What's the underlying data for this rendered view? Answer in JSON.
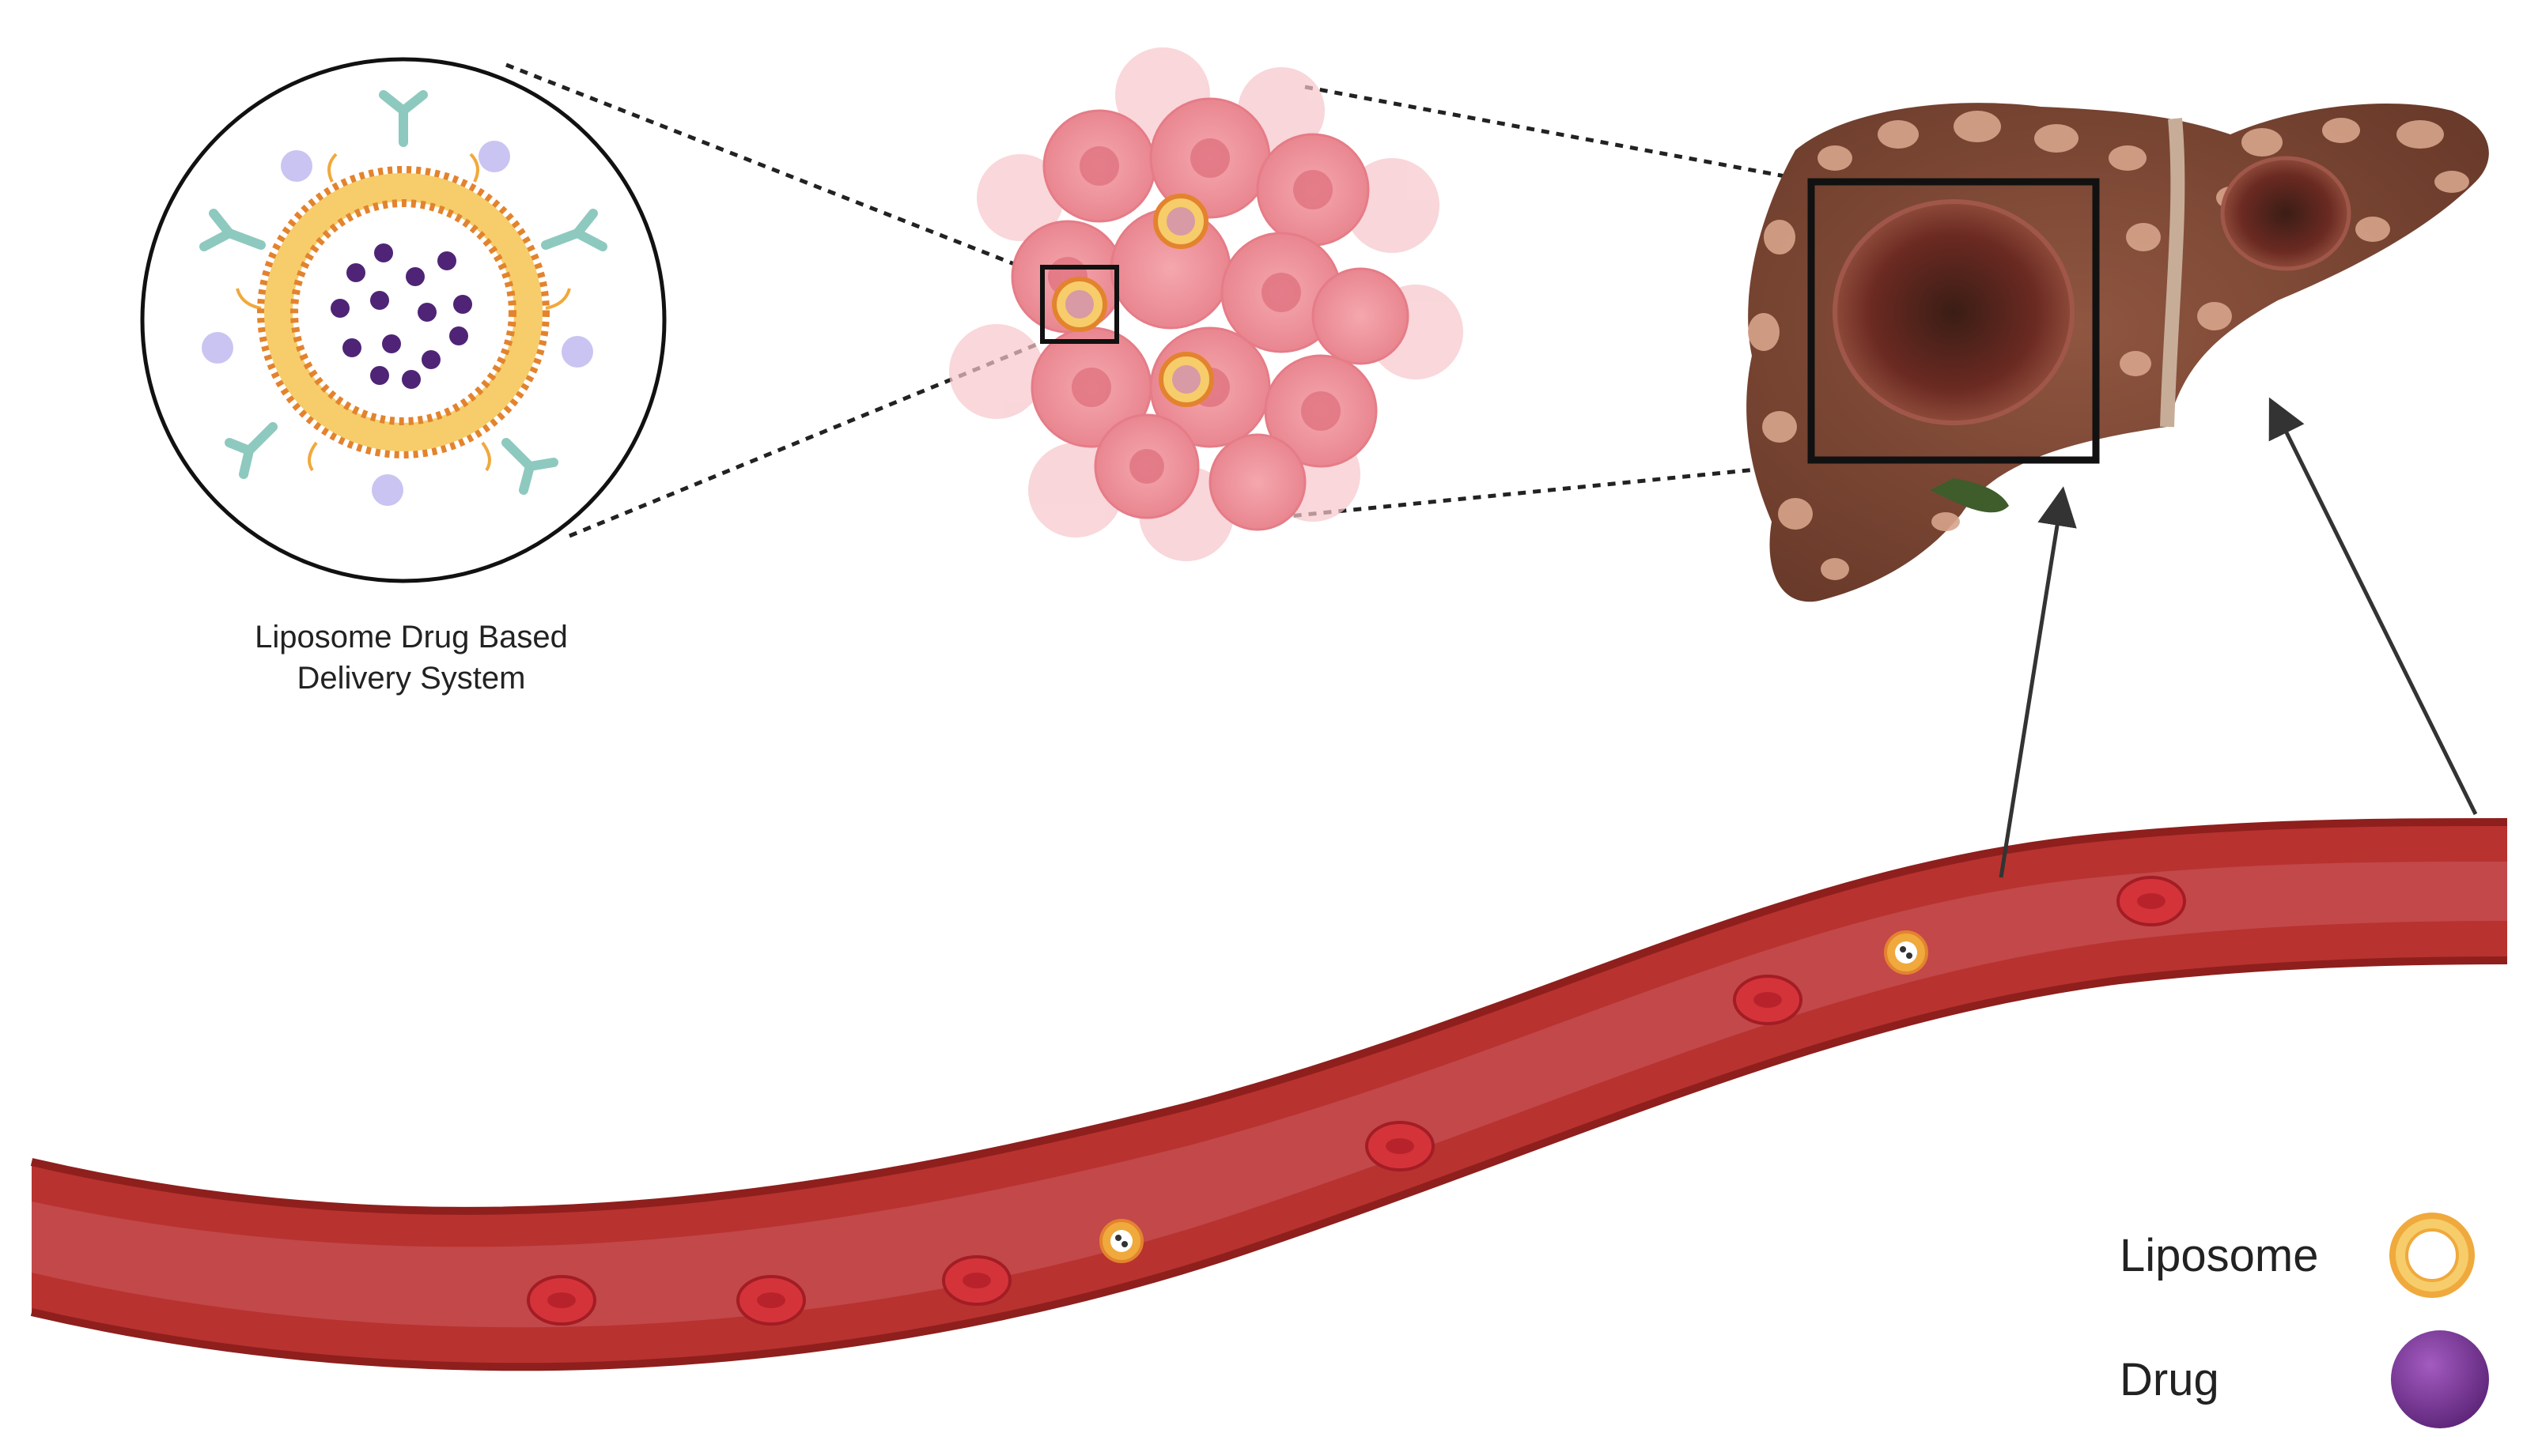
{
  "caption": {
    "line1": "Liposome Drug Based",
    "line2": "Delivery System"
  },
  "legend": {
    "liposome_label": "Liposome",
    "drug_label": "Drug"
  },
  "colors": {
    "vessel": "#b8322f",
    "vessel_dark": "#8e1f1d",
    "rbc": "#d5333a",
    "liver": "#7a4634",
    "tumor": "#f1a0a7",
    "liposome_ring": "#f0a93c",
    "drug": "#7a3b97",
    "antibody": "#8ec9bf",
    "ligand": "#c9c4f2"
  }
}
